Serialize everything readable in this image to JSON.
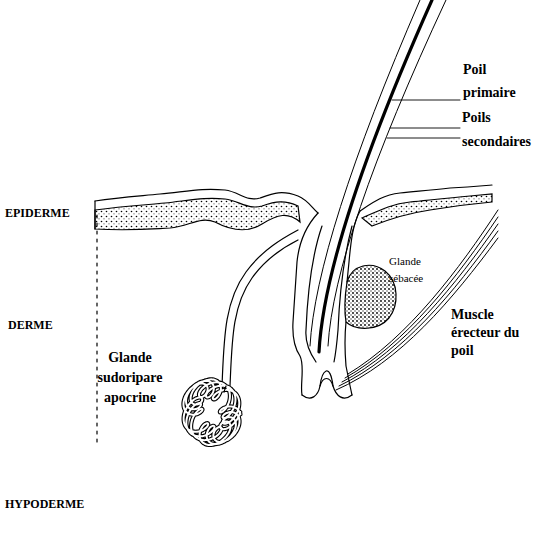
{
  "diagram": {
    "labels": [
      "Poil primaire",
      "Poils secondaires",
      "EPIDERME",
      "Glande sébacée",
      "DERME",
      "Muscle érecteur du poil",
      "Glande sudoripare apocrine",
      "HYPODERME"
    ]
  }
}
